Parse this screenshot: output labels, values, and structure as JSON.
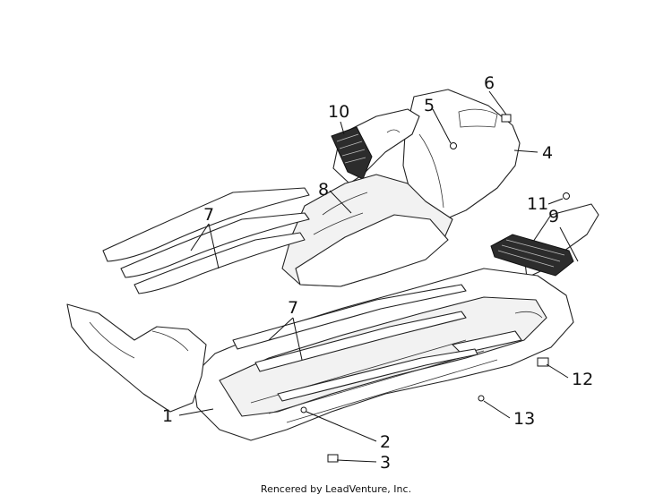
{
  "diagram": {
    "callouts": [
      {
        "id": "1",
        "label": "1"
      },
      {
        "id": "2",
        "label": "2"
      },
      {
        "id": "3",
        "label": "3"
      },
      {
        "id": "4",
        "label": "4"
      },
      {
        "id": "5",
        "label": "5"
      },
      {
        "id": "6",
        "label": "6"
      },
      {
        "id": "7a",
        "label": "7"
      },
      {
        "id": "7b",
        "label": "7"
      },
      {
        "id": "8",
        "label": "8"
      },
      {
        "id": "9",
        "label": "9"
      },
      {
        "id": "10",
        "label": "10"
      },
      {
        "id": "11",
        "label": "11"
      },
      {
        "id": "12",
        "label": "12"
      },
      {
        "id": "13",
        "label": "13"
      }
    ]
  },
  "footer": {
    "credit": "Rencered by LeadVenture, Inc."
  }
}
